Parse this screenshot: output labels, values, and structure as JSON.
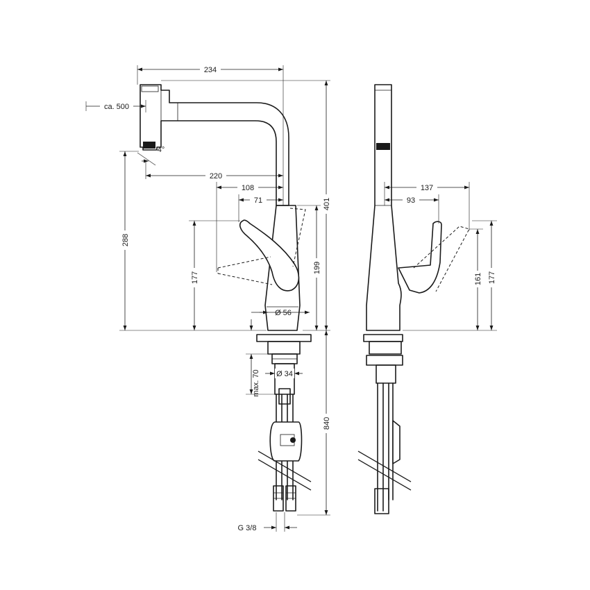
{
  "dimensions": {
    "d234": "234",
    "d_ca500": "ca. 500",
    "d_angle4": "4°",
    "d220": "220",
    "d108": "108",
    "d71": "71",
    "d401": "401",
    "d288": "288",
    "d177_front": "177",
    "d199": "199",
    "d_dia56": "Ø 56",
    "d_max70": "max. 70",
    "d_dia34": "Ø 34",
    "d840": "840",
    "d_g38": "G 3/8",
    "d137": "137",
    "d93": "93",
    "d161": "161",
    "d177_side": "177"
  }
}
